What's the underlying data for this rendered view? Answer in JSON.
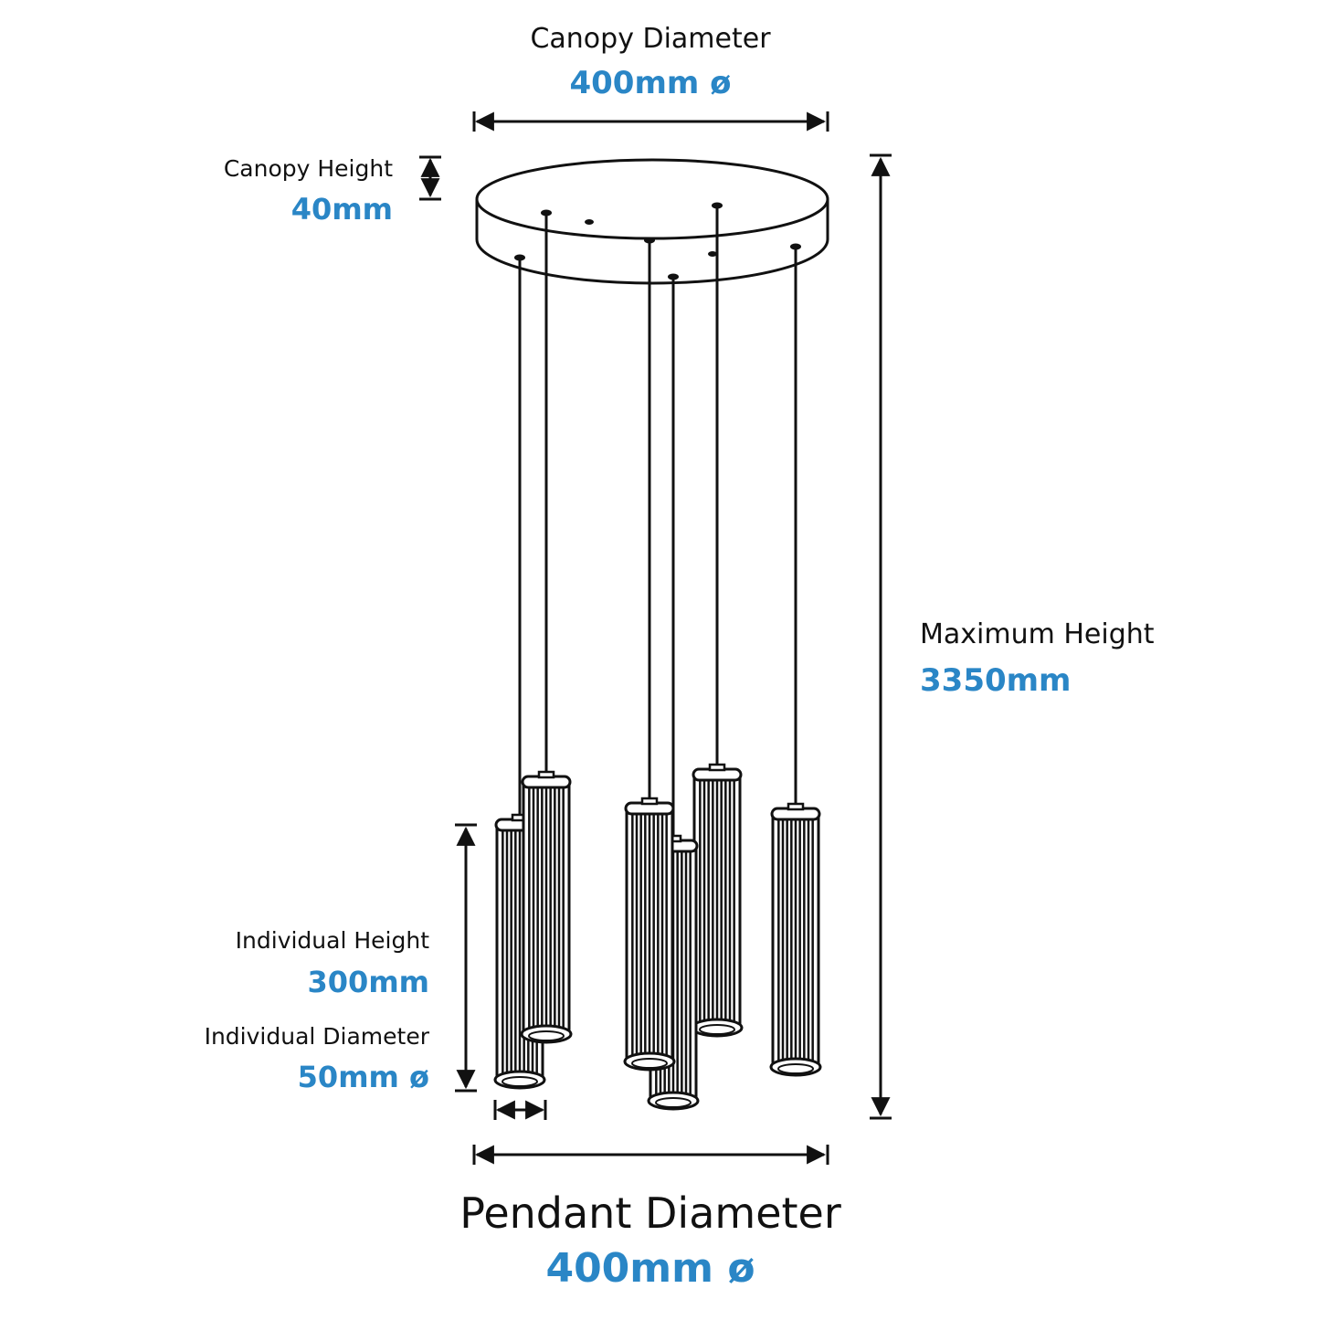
{
  "labels": {
    "canopy_diameter": {
      "label": "Canopy Diameter",
      "value": "400mm ø"
    },
    "canopy_height": {
      "label": "Canopy Height",
      "value": "40mm"
    },
    "maximum_height": {
      "label": "Maximum Height",
      "value": "3350mm"
    },
    "individual_height": {
      "label": "Individual Height",
      "value": "300mm"
    },
    "individual_diameter": {
      "label": "Individual Diameter",
      "value": "50mm ø"
    },
    "pendant_diameter": {
      "label": "Pendant Diameter",
      "value": "400mm ø"
    }
  },
  "colors": {
    "value_text": "#2a86c6",
    "line": "#111111"
  },
  "pendant_count": 6
}
